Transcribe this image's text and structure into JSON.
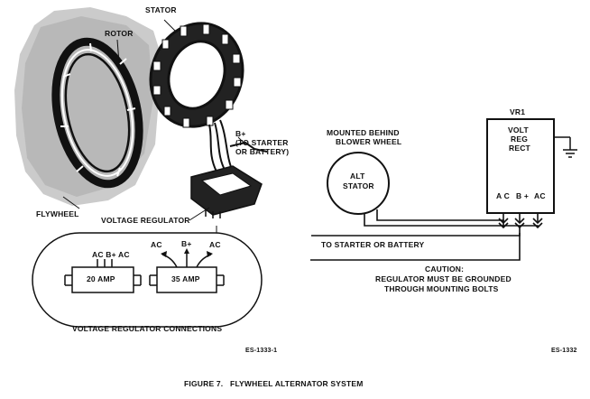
{
  "left": {
    "stator": "STATOR",
    "rotor": "ROTOR",
    "b_plus": "B+",
    "b_plus_note_1": "(TO STARTER",
    "b_plus_note_2": "OR BATTERY)",
    "flywheel": "FLYWHEEL",
    "voltage_regulator": "VOLTAGE REGULATOR",
    "connections": {
      "reg_20_terminals": "AC B+ AC",
      "reg_20_label": "20 AMP",
      "reg_35_ac_left": "AC",
      "reg_35_b_plus": "B+",
      "reg_35_ac_right": "AC",
      "reg_35_label": "35 AMP",
      "caption": "VOLTAGE REGULATOR CONNECTIONS"
    },
    "ref": "ES-1333-1"
  },
  "right": {
    "mounted_line1": "MOUNTED BEHIND",
    "mounted_line2": "BLOWER WHEEL",
    "alt_line1": "ALT",
    "alt_line2": "STATOR",
    "vr1": "VR1",
    "volt": "VOLT",
    "reg": "REG",
    "rect": "RECT",
    "term_ac_left": "A C",
    "term_b_plus": "B +",
    "term_ac_right": "AC",
    "to_starter": "TO STARTER OR BATTERY",
    "caution_line1": "CAUTION:",
    "caution_line2": "REGULATOR MUST BE GROUNDED",
    "caution_line3": "THROUGH MOUNTING BOLTS",
    "ref": "ES-1332"
  },
  "figure_caption": "FIGURE 7.   FLYWHEEL ALTERNATOR SYSTEM"
}
